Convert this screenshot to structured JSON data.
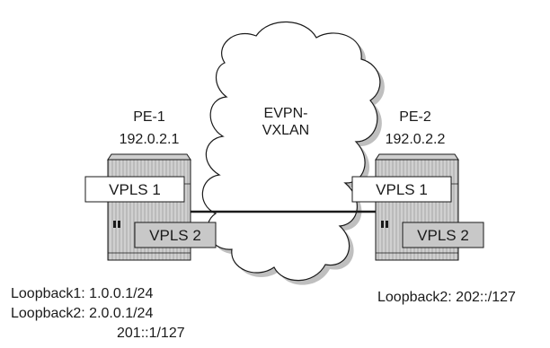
{
  "cloud": {
    "label_line1": "EVPN-",
    "label_line2": "VXLAN"
  },
  "pe1": {
    "name": "PE-1",
    "address": "192.0.2.1",
    "vpls1": "VPLS 1",
    "vpls2": "VPLS 2",
    "loopbacks": {
      "line1": "Loopback1: 1.0.0.1/24",
      "line2": "Loopback2: 2.0.0.1/24",
      "line3": "201::1/127"
    }
  },
  "pe2": {
    "name": "PE-2",
    "address": "192.0.2.2",
    "vpls1": "VPLS 1",
    "vpls2": "VPLS 2",
    "loopbacks": {
      "line1": "Loopback2: 202::/127"
    }
  },
  "colors": {
    "router_body": "#dcdcdc",
    "router_stripe": "#9a9a9a",
    "vpls2_fill": "#c8c8c8",
    "cloud_shadow": "#bfbfbf",
    "stroke": "#1a1a1a"
  }
}
